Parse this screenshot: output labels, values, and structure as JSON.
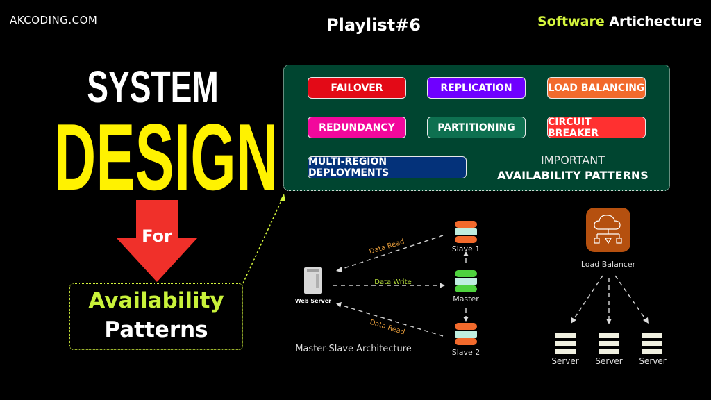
{
  "header": {
    "brand": "AKCODING.COM",
    "playlist": "Playlist#6",
    "series_highlight": "Software",
    "series_rest": "Artichecture"
  },
  "hero": {
    "line1": "SYSTEM",
    "line2": "DESIGN",
    "connector": "For",
    "topic_line1": "Availability",
    "topic_line2": "Patterns"
  },
  "patterns": {
    "items": [
      {
        "label": "FAILOVER",
        "color": "#e30a17"
      },
      {
        "label": "REPLICATION",
        "color": "#6f00ff"
      },
      {
        "label": "LOAD BALANCING",
        "color": "#f26a2c"
      },
      {
        "label": "REDUNDANCY",
        "color": "#f2089c"
      },
      {
        "label": "PARTITIONING",
        "color": "#0e7050"
      },
      {
        "label": "CIRCUIT BREAKER",
        "color": "#ff3030"
      },
      {
        "label": "MULTI-REGION DEPLOYMENTS",
        "color": "#04327a"
      }
    ],
    "caption_line1": "IMPORTANT",
    "caption_line2": "AVAILABILITY PATTERNS",
    "panel_color": "#004530"
  },
  "master_slave": {
    "web_server": "Web Server",
    "slave1": "Slave 1",
    "master": "Master",
    "slave2": "Slave 2",
    "read_top": "Data Read",
    "write": "Data Write",
    "read_bottom": "Data Read",
    "title": "Master-Slave Architecture"
  },
  "load_balancer": {
    "label": "Load Balancer",
    "servers": [
      "Server",
      "Server",
      "Server"
    ]
  }
}
